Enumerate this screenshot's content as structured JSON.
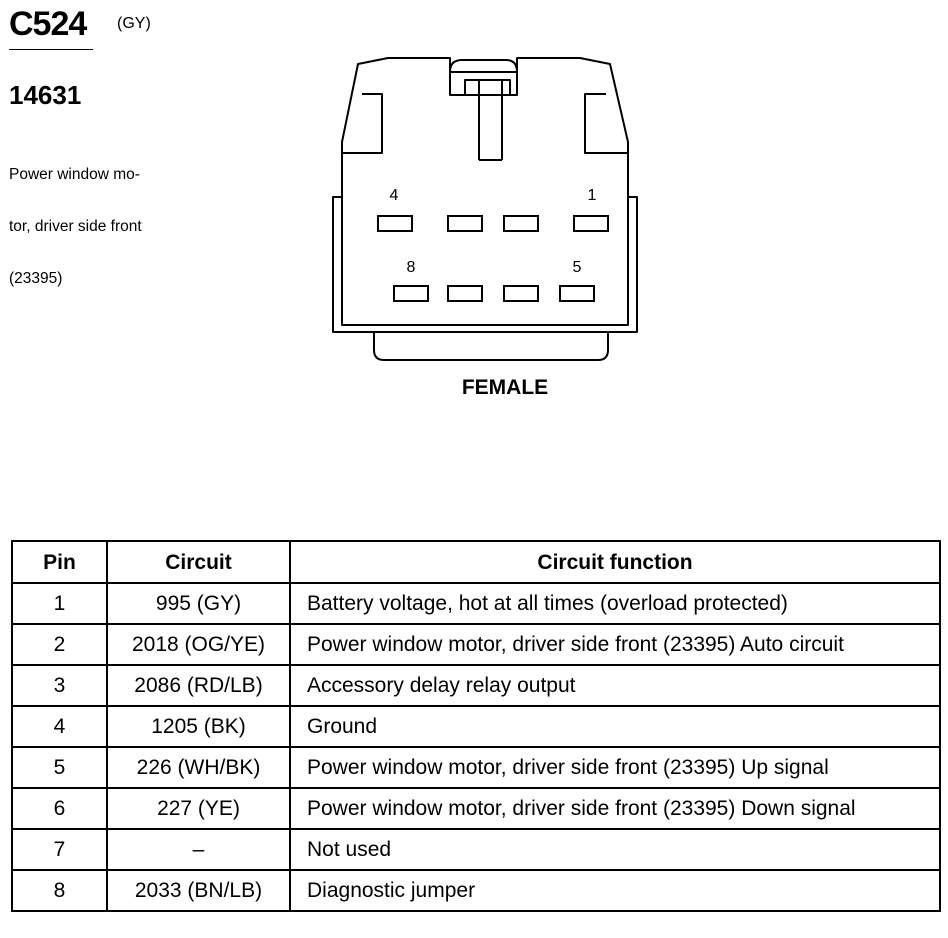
{
  "header": {
    "connector_id": "C524",
    "connector_color": "(GY)",
    "part_number": "14631",
    "description_lines": [
      "Power window mo-",
      "tor, driver side front",
      "(23395)"
    ]
  },
  "diagram": {
    "gender_label": "FEMALE",
    "cavity_labels": {
      "pin4": "4",
      "pin1": "1",
      "pin8": "8",
      "pin5": "5"
    }
  },
  "table": {
    "columns": [
      "Pin",
      "Circuit",
      "Circuit function"
    ],
    "rows": [
      {
        "pin": "1",
        "circuit": "995 (GY)",
        "function": "Battery voltage, hot at all times (overload protected)"
      },
      {
        "pin": "2",
        "circuit": "2018 (OG/YE)",
        "function": "Power window motor, driver side front (23395) Auto circuit"
      },
      {
        "pin": "3",
        "circuit": "2086 (RD/LB)",
        "function": "Accessory delay relay output"
      },
      {
        "pin": "4",
        "circuit": "1205 (BK)",
        "function": "Ground"
      },
      {
        "pin": "5",
        "circuit": "226 (WH/BK)",
        "function": "Power window motor, driver side front (23395) Up signal"
      },
      {
        "pin": "6",
        "circuit": "227 (YE)",
        "function": "Power window motor, driver side front (23395) Down signal"
      },
      {
        "pin": "7",
        "circuit": "–",
        "function": "Not used"
      },
      {
        "pin": "8",
        "circuit": "2033 (BN/LB)",
        "function": "Diagnostic jumper"
      }
    ]
  }
}
